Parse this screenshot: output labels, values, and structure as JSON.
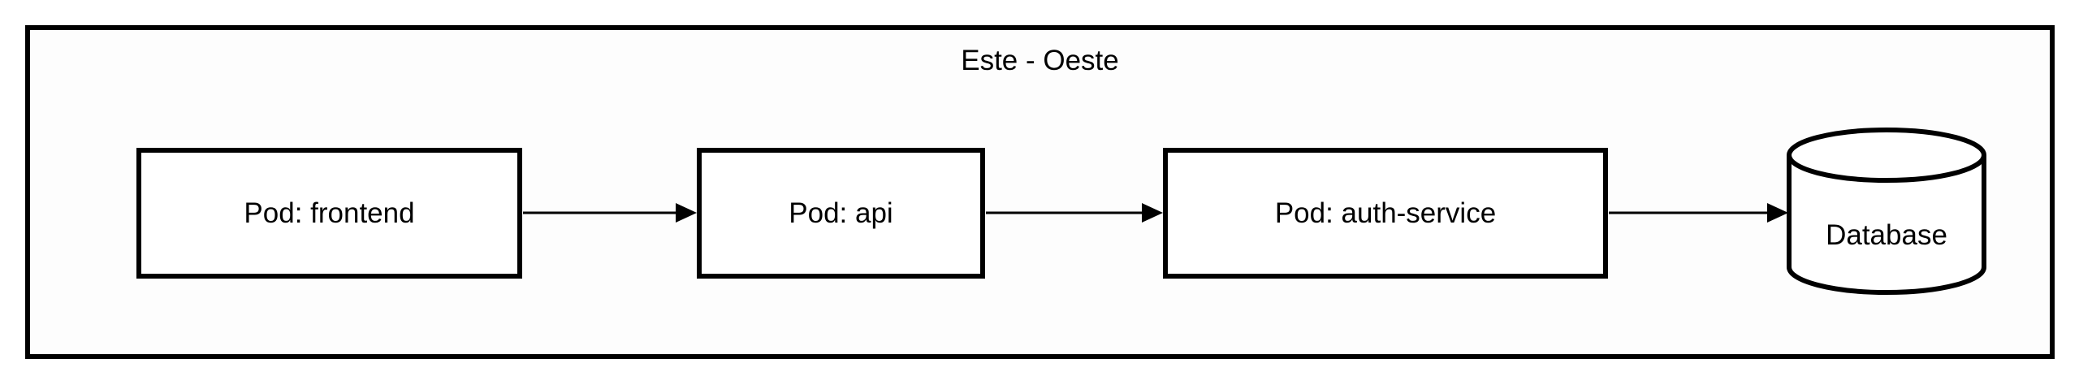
{
  "diagram": {
    "title": "Este - Oeste",
    "nodes": [
      {
        "label": "Pod: frontend",
        "shape": "rectangle"
      },
      {
        "label": "Pod: api",
        "shape": "rectangle"
      },
      {
        "label": "Pod: auth-service",
        "shape": "rectangle"
      },
      {
        "label": "Database",
        "shape": "cylinder"
      }
    ],
    "edges": [
      {
        "from": "Pod: frontend",
        "to": "Pod: api"
      },
      {
        "from": "Pod: api",
        "to": "Pod: auth-service"
      },
      {
        "from": "Pod: auth-service",
        "to": "Database"
      }
    ],
    "colors": {
      "stroke": "#000000",
      "node_fill": "#ffffff",
      "container_fill": "#fdfdfd",
      "background": "#ffffff",
      "text": "#000000"
    }
  }
}
